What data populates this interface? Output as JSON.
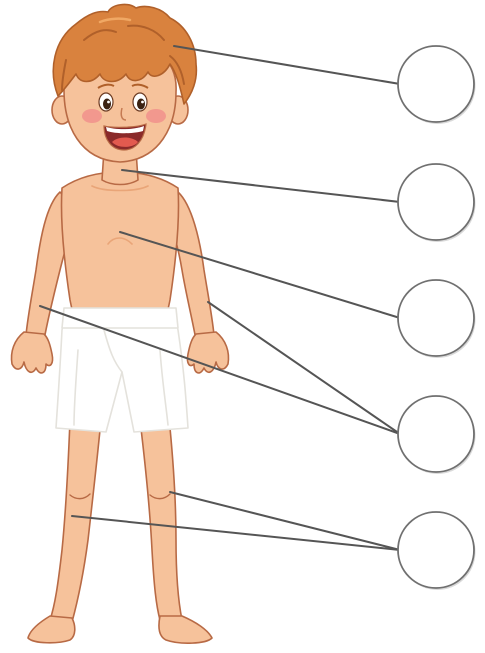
{
  "colors": {
    "skin": "#f6c29b",
    "skin_shadow": "#e9a578",
    "outline": "#b86a45",
    "hair": "#d9823e",
    "hair_dark": "#b0602a",
    "hair_light": "#f0a864",
    "shorts": "#ffffff",
    "shorts_shadow": "#e4e2dc",
    "cheek": "#f08a8a",
    "mouth": "#8a2a2a",
    "tongue": "#e25a4f",
    "line": "#555555",
    "circle_stroke": "#707070",
    "circle_fill": "#ffffff"
  },
  "icons": {
    "figure": "boy-in-shorts-illustration",
    "circles": "empty-answer-circle"
  },
  "answer_circles_count": 5
}
